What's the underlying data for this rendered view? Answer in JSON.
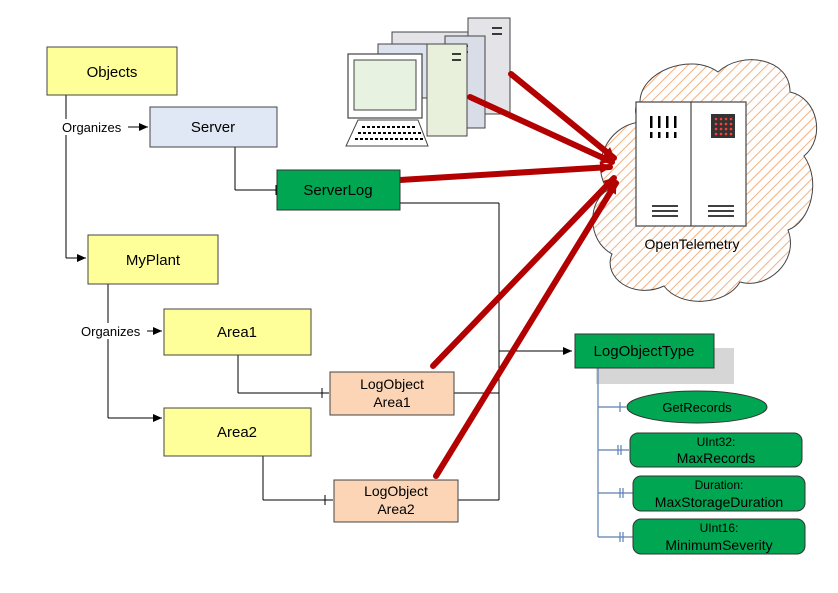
{
  "nodes": {
    "objects": "Objects",
    "server": "Server",
    "server_log": "ServerLog",
    "my_plant": "MyPlant",
    "area1": "Area1",
    "area2": "Area2",
    "log_object_area1": [
      "LogObject",
      "Area1"
    ],
    "log_object_area2": [
      "LogObject",
      "Area2"
    ],
    "log_object_type": "LogObjectType",
    "get_records": "GetRecords",
    "max_records": [
      "UInt32:",
      "MaxRecords"
    ],
    "max_storage_duration": [
      "Duration:",
      "MaxStorageDuration"
    ],
    "minimum_severity": [
      "UInt16:",
      "MinimumSeverity"
    ]
  },
  "edges": {
    "organizes_1": "Organizes",
    "organizes_2": "Organizes"
  },
  "cloud": {
    "label": "OpenTelemetry"
  },
  "icons": {
    "computers": "desktop-computer-icon",
    "server": "server-rack-icon"
  },
  "colors": {
    "object_fill": "#ffff99",
    "server_fill": "#dfe8f4",
    "green_fill": "#00a651",
    "log_object_fill": "#fbd5b5",
    "arrow": "#b30000",
    "cloud_hatch": "#f3b080",
    "tree_line": "#5b7fb5"
  }
}
